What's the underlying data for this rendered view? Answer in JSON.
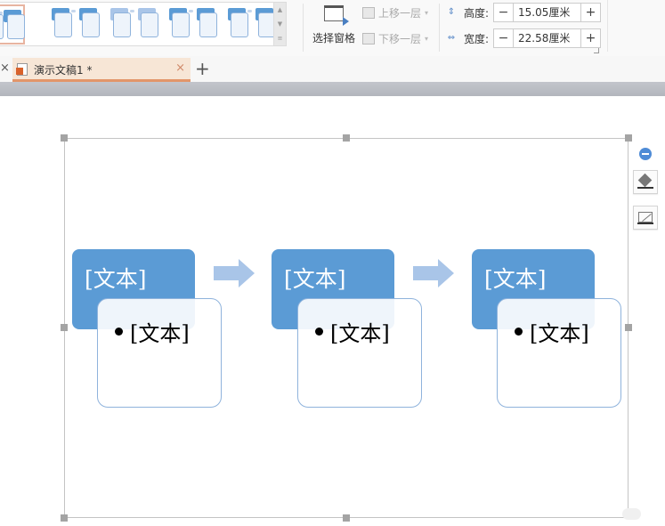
{
  "toolbar": {
    "style_gallery": {
      "thumbnail_count": 7,
      "selected_index": 0,
      "scroll_up": "▲",
      "scroll_down": "▼",
      "expand": "≡"
    },
    "selection_pane": {
      "label": "选择窗格",
      "icon": "selection-pane-icon"
    },
    "bring_forward": {
      "label": "上移一层",
      "caret": "▾",
      "enabled": false
    },
    "send_backward": {
      "label": "下移一层",
      "caret": "▾",
      "enabled": false
    },
    "height": {
      "label": "高度:",
      "value": "15.05厘米",
      "minus": "−",
      "plus": "+"
    },
    "width": {
      "label": "宽度:",
      "value": "22.58厘米",
      "minus": "−",
      "plus": "+"
    }
  },
  "tabs": {
    "left_close": "×",
    "active": {
      "title": "演示文稿1 *",
      "close": "×"
    },
    "new_tab": "+"
  },
  "colors": {
    "accent_blue": "#5b9bd5",
    "box_border": "#8fb3dc",
    "arrow": "#a9c5e8",
    "tab_bg": "#f7e6d6",
    "tab_underline": "#e2956a"
  },
  "smartart": {
    "steps": [
      {
        "title": "[文本]",
        "bullet": "[文本]"
      },
      {
        "title": "[文本]",
        "bullet": "[文本]"
      },
      {
        "title": "[文本]",
        "bullet": "[文本]"
      }
    ]
  },
  "side_tools": {
    "collapse": "minus-circle-icon",
    "fill": "fill-bucket-icon",
    "outline": "outline-icon"
  }
}
